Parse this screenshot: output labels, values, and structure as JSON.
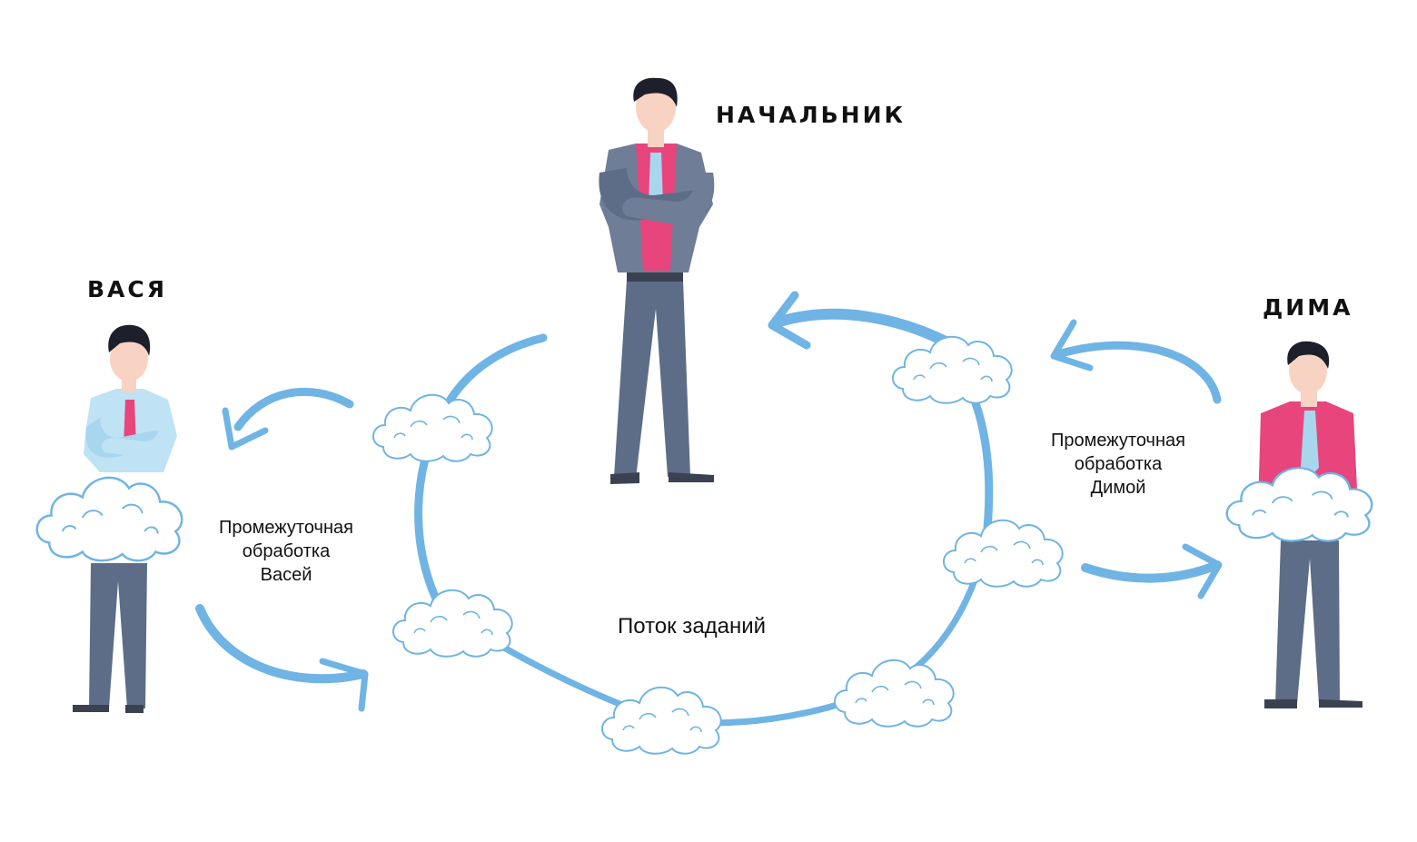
{
  "people": {
    "boss": {
      "name": "НАЧАЛЬНИК"
    },
    "vasya": {
      "name": "ВАСЯ"
    },
    "dima": {
      "name": "ДИМА"
    }
  },
  "notes": {
    "vasya": {
      "line1": "Промежуточная",
      "line2": "обработка",
      "line3": "Васей"
    },
    "dima": {
      "line1": "Промежуточная",
      "line2": "обработка",
      "line3": "Димой"
    }
  },
  "flow": {
    "label": "Поток заданий"
  },
  "colors": {
    "flow_blue": "#6fb4e4",
    "suit_gray": "#5d6d87",
    "suit_light": "#6f7d96",
    "shirt_pink": "#e8457c",
    "shirt_light_blue": "#bfe2f4",
    "tie_blue": "#a8d6ef",
    "tie_pink": "#e8457c",
    "skin": "#f8d2c3",
    "hair": "#1d1f2b",
    "cloud_stroke": "#6fb4e4"
  }
}
